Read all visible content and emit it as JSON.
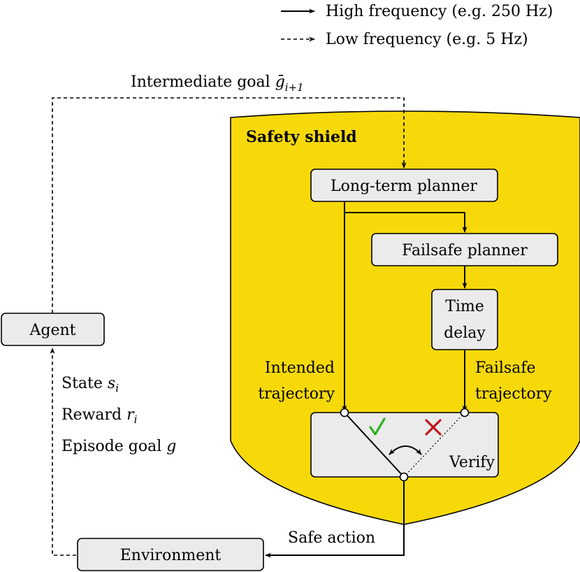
{
  "legend": {
    "high_label": "High frequency (e.g. 250 Hz)",
    "low_label": "Low frequency (e.g. 5 Hz)"
  },
  "intermediate_goal": {
    "label": "Intermediate goal ",
    "symbol": "ḡ",
    "subscript": "i+1"
  },
  "shield": {
    "title": "Safety shield",
    "fill_color": "#f7d90a"
  },
  "nodes": {
    "long_term_planner": "Long-term planner",
    "failsafe_planner": "Failsafe planner",
    "time_delay_line1": "Time",
    "time_delay_line2": "delay",
    "verify": "Verify",
    "agent": "Agent",
    "environment": "Environment"
  },
  "trajectories": {
    "intended_line1": "Intended",
    "intended_line2": "trajectory",
    "failsafe_line1": "Failsafe",
    "failsafe_line2": "trajectory"
  },
  "feedback": {
    "state_label": "State ",
    "state_symbol": "s",
    "state_sub": "i",
    "reward_label": "Reward ",
    "reward_symbol": "r",
    "reward_sub": "i",
    "goal_label": "Episode goal ",
    "goal_symbol": "g"
  },
  "safe_action": "Safe action",
  "marks": {
    "check_icon": "check-icon",
    "cross_icon": "cross-icon",
    "check_color": "#2bb11f",
    "cross_color": "#c0141b"
  }
}
